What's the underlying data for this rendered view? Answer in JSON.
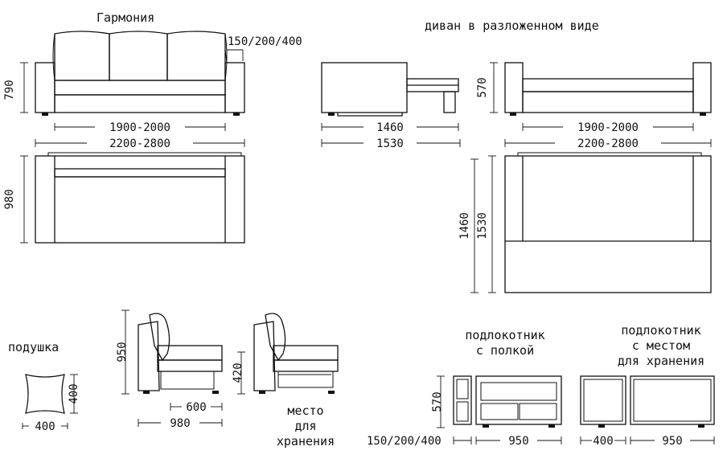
{
  "titles": {
    "garmonia": "Гармония",
    "unfolded": "диван в разложенном виде",
    "pillow": "подушка",
    "armrest_shelf": [
      "подлокотник",
      "с полкой"
    ],
    "armrest_storage": [
      "подлокотник",
      "с местом",
      "для хранения"
    ],
    "storage_place": [
      "место",
      "для",
      "хранения"
    ]
  },
  "dims": {
    "arm_width": "150/200/400",
    "height_790": "790",
    "inner_1900": "1900-2000",
    "total_2200": "2200-2800",
    "depth_980": "980",
    "side_1460": "1460",
    "side_1530": "1530",
    "height_570": "570",
    "unf_inner_1900": "1900-2000",
    "unf_total_2200": "2200-2800",
    "unf_1460": "1460",
    "unf_1530": "1530",
    "pillow_w": "400",
    "pillow_h": "400",
    "side_950": "950",
    "side_600": "600",
    "side_980": "980",
    "side_420": "420",
    "arm_570": "570",
    "arm_150": "150/200/400",
    "arm_950a": "950",
    "arm_400": "400",
    "arm_950b": "950"
  }
}
